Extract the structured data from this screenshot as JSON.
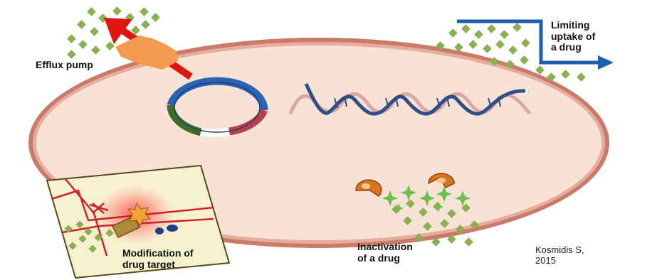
{
  "labels": {
    "efflux": "Efflux pump",
    "uptake": "Limiting\nuptake of\na drug",
    "modification": "Modification of\ndrug target",
    "inactivation": "Inactivation\nof a drug",
    "credit_name": "Kosmidis S,",
    "credit_year": "2015"
  },
  "colors": {
    "cytoplasm": "#f8e2d5",
    "membrane_outer": "#c97a68",
    "membrane_inner": "#e7ad9c",
    "drug_particle": "#8ab04f",
    "efflux_arrow": "#e01512",
    "efflux_pump": "#f29b4f",
    "uptake_arrow": "#1c5fb0",
    "plasmid_main": "#2a64b3",
    "plasmid_green": "#3f6e2c",
    "plasmid_red": "#b8404a",
    "dna_blue": "#2d4f86",
    "dna_pink": "#dba7a1",
    "enzyme": "#d9741e",
    "target_panel_border": "#56491a",
    "target_lines": "#d0202a",
    "target_star": "#f3a13a"
  }
}
